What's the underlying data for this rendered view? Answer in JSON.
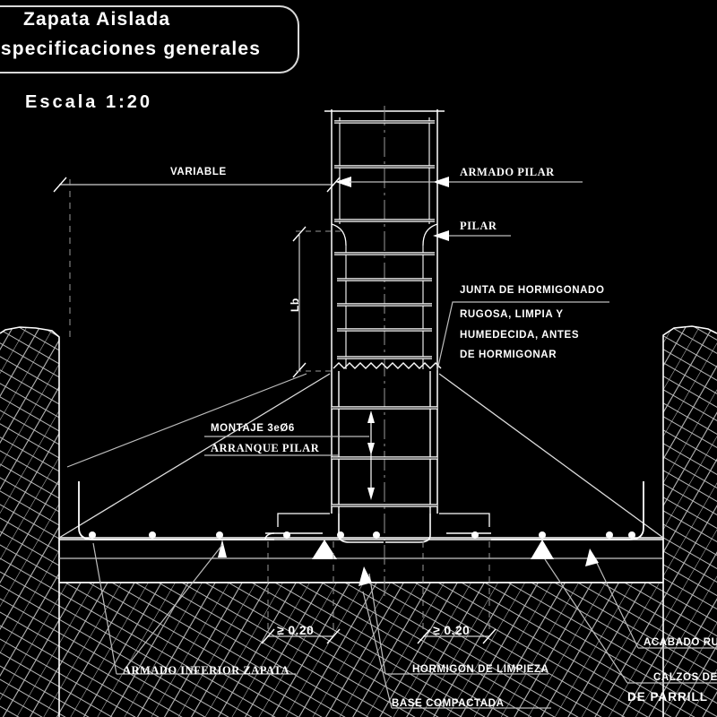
{
  "drawing": {
    "type": "cad-section-detail",
    "title_line1": "Zapata Aislada",
    "title_line2": "especificaciones generales",
    "scale": "Escala 1:20",
    "background_color": "#000000",
    "line_color": "#ffffff"
  },
  "dimensions": {
    "variable": "VARIABLE",
    "lb": "Lb",
    "edge_left": "≥ 0.20",
    "edge_right": "≥ 0.20"
  },
  "labels": {
    "armado_pilar": "ARMADO PILAR",
    "pilar": "PILAR",
    "junta_l1": "JUNTA DE HORMIGONADO",
    "junta_l2": "RUGOSA, LIMPIA Y",
    "junta_l3": "HUMEDECIDA, ANTES",
    "junta_l4": "DE HORMIGONAR",
    "montaje": "MONTAJE 3eØ6",
    "arranque_pilar": "ARRANQUE PILAR",
    "armado_inferior": "ARMADO INFERIOR ZAPATA",
    "hormigon_limpieza": "HORMIGON DE LIMPIEZA",
    "base_compactada": "BASE COMPACTADA",
    "acabado_rugoso": "ACABADO RUG",
    "calzos_de": "CALZOS DE",
    "de_parrilla": "DE PARRILL"
  }
}
